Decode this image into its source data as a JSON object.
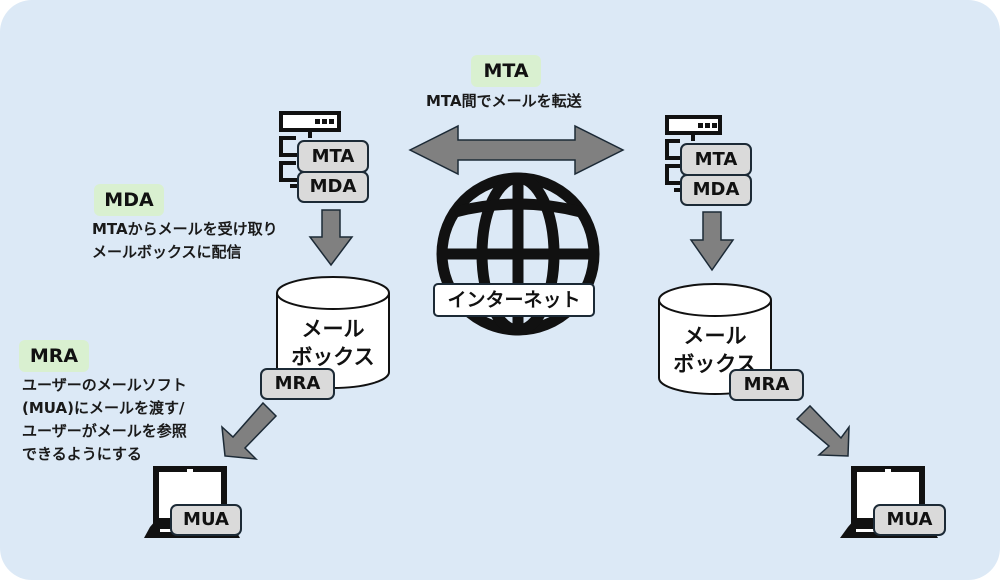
{
  "diagram": {
    "colors": {
      "background": "#dce9f6",
      "tag_background": "#d9f0d0",
      "chip_background": "#dadada",
      "arrow_fill": "#808080",
      "outline": "#1c2a36"
    },
    "mta_section": {
      "tag": "MTA",
      "description": "MTA間でメールを転送"
    },
    "mda_section": {
      "tag": "MDA",
      "description_lines": [
        "MTAからメールを受け取り",
        "メールボックスに配信"
      ]
    },
    "mra_section": {
      "tag": "MRA",
      "description_lines": [
        "ユーザーのメールソフト",
        "(MUA)にメールを渡す/",
        "ユーザーがメールを参照",
        "できるようにする"
      ]
    },
    "internet": {
      "label": "インターネット",
      "icon": "globe-icon"
    },
    "left_server": {
      "icon": "server-icon",
      "chips": [
        "MTA",
        "MDA"
      ]
    },
    "right_server": {
      "icon": "server-icon",
      "chips": [
        "MTA",
        "MDA"
      ]
    },
    "left_mailbox": {
      "icon": "database-cylinder-icon",
      "label_lines": [
        "メール",
        "ボックス"
      ],
      "chip": "MRA"
    },
    "right_mailbox": {
      "icon": "database-cylinder-icon",
      "label_lines": [
        "メール",
        "ボックス"
      ],
      "chip": "MRA"
    },
    "left_client": {
      "icon": "laptop-icon",
      "chip": "MUA"
    },
    "right_client": {
      "icon": "laptop-icon",
      "chip": "MUA"
    }
  }
}
